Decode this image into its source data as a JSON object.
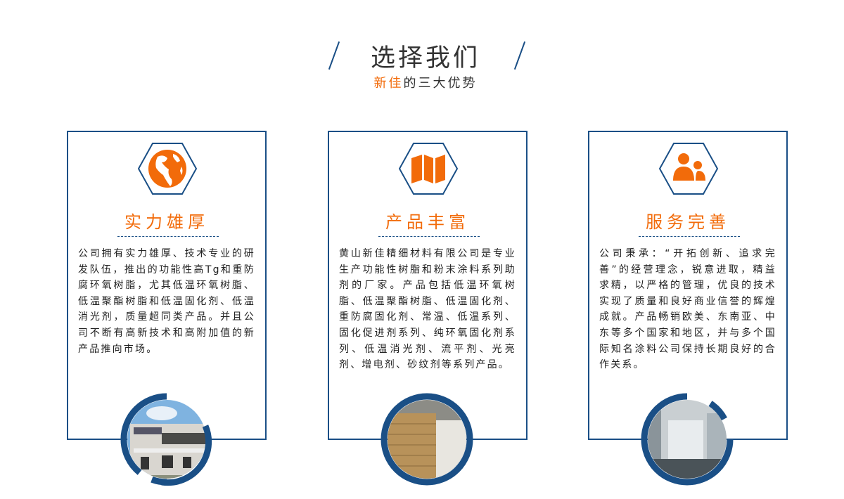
{
  "header": {
    "title": "选择我们",
    "subtitle_highlight": "新佳",
    "subtitle_rest": "的三大优势"
  },
  "colors": {
    "accent": "#f26b0a",
    "brand": "#1a4f86"
  },
  "cards": [
    {
      "icon": "globe-icon",
      "title": "实力雄厚",
      "text": "公司拥有实力雄厚、技术专业的研发队伍，推出的功能性高Tg和重防腐环氧树脂，尤其低温环氧树脂、低温聚酯树脂和低温固化剂、低温消光剂，质量超同类产品。并且公司不断有高新技术和高附加值的新产品推向市场。",
      "photo": "company-building-photo"
    },
    {
      "icon": "map-icon",
      "title": "产品丰富",
      "text": "黄山新佳精细材料有限公司是专业生产功能性树脂和粉末涂料系列助剂的厂家。产品包括低温环氧树脂、低温聚酯树脂、低温固化剂、重防腐固化剂、常温、低温系列、固化促进剂系列、纯环氧固化剂系列、低温消光剂、流平剂、光亮剂、增电剂、砂纹剂等系列产品。",
      "photo": "product-bags-photo"
    },
    {
      "icon": "users-icon",
      "title": "服务完善",
      "text": "公司秉承：“开拓创新、追求完善”的经营理念，锐意进取，精益求精，以严格的管理，优良的技术实现了质量和良好商业信誉的辉煌成就。产品畅销欧美、东南亚、中东等多个国家和地区，并与多个国际知名涂料公司保持长期良好的合作关系。",
      "photo": "laboratory-photo"
    }
  ]
}
